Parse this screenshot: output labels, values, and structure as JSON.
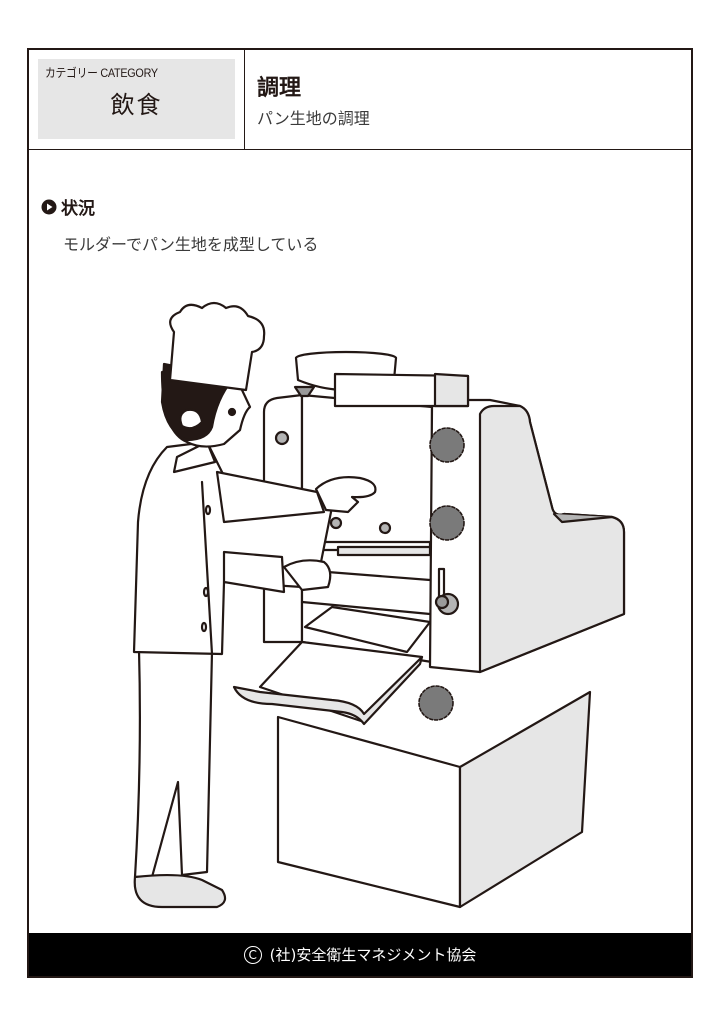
{
  "header": {
    "category_label": "カテゴリー CATEGORY",
    "category_value": "飲食",
    "title": "調理",
    "subtitle": "パン生地の調理"
  },
  "situation": {
    "heading": "状況",
    "icon": "play-circle-icon",
    "description": "モルダーでパン生地を成型している"
  },
  "illustration": {
    "subject": "chef operating dough moulder machine",
    "colors": {
      "line": "#231815",
      "light_grey": "#e6e6e6",
      "mid_grey": "#b4b4b4",
      "dark_grey": "#7a7a7a",
      "hair": "#231815"
    }
  },
  "footer": {
    "copyright_icon": "copyright-icon",
    "copyright_symbol": "C",
    "text": "(社)安全衛生マネジメント協会"
  }
}
